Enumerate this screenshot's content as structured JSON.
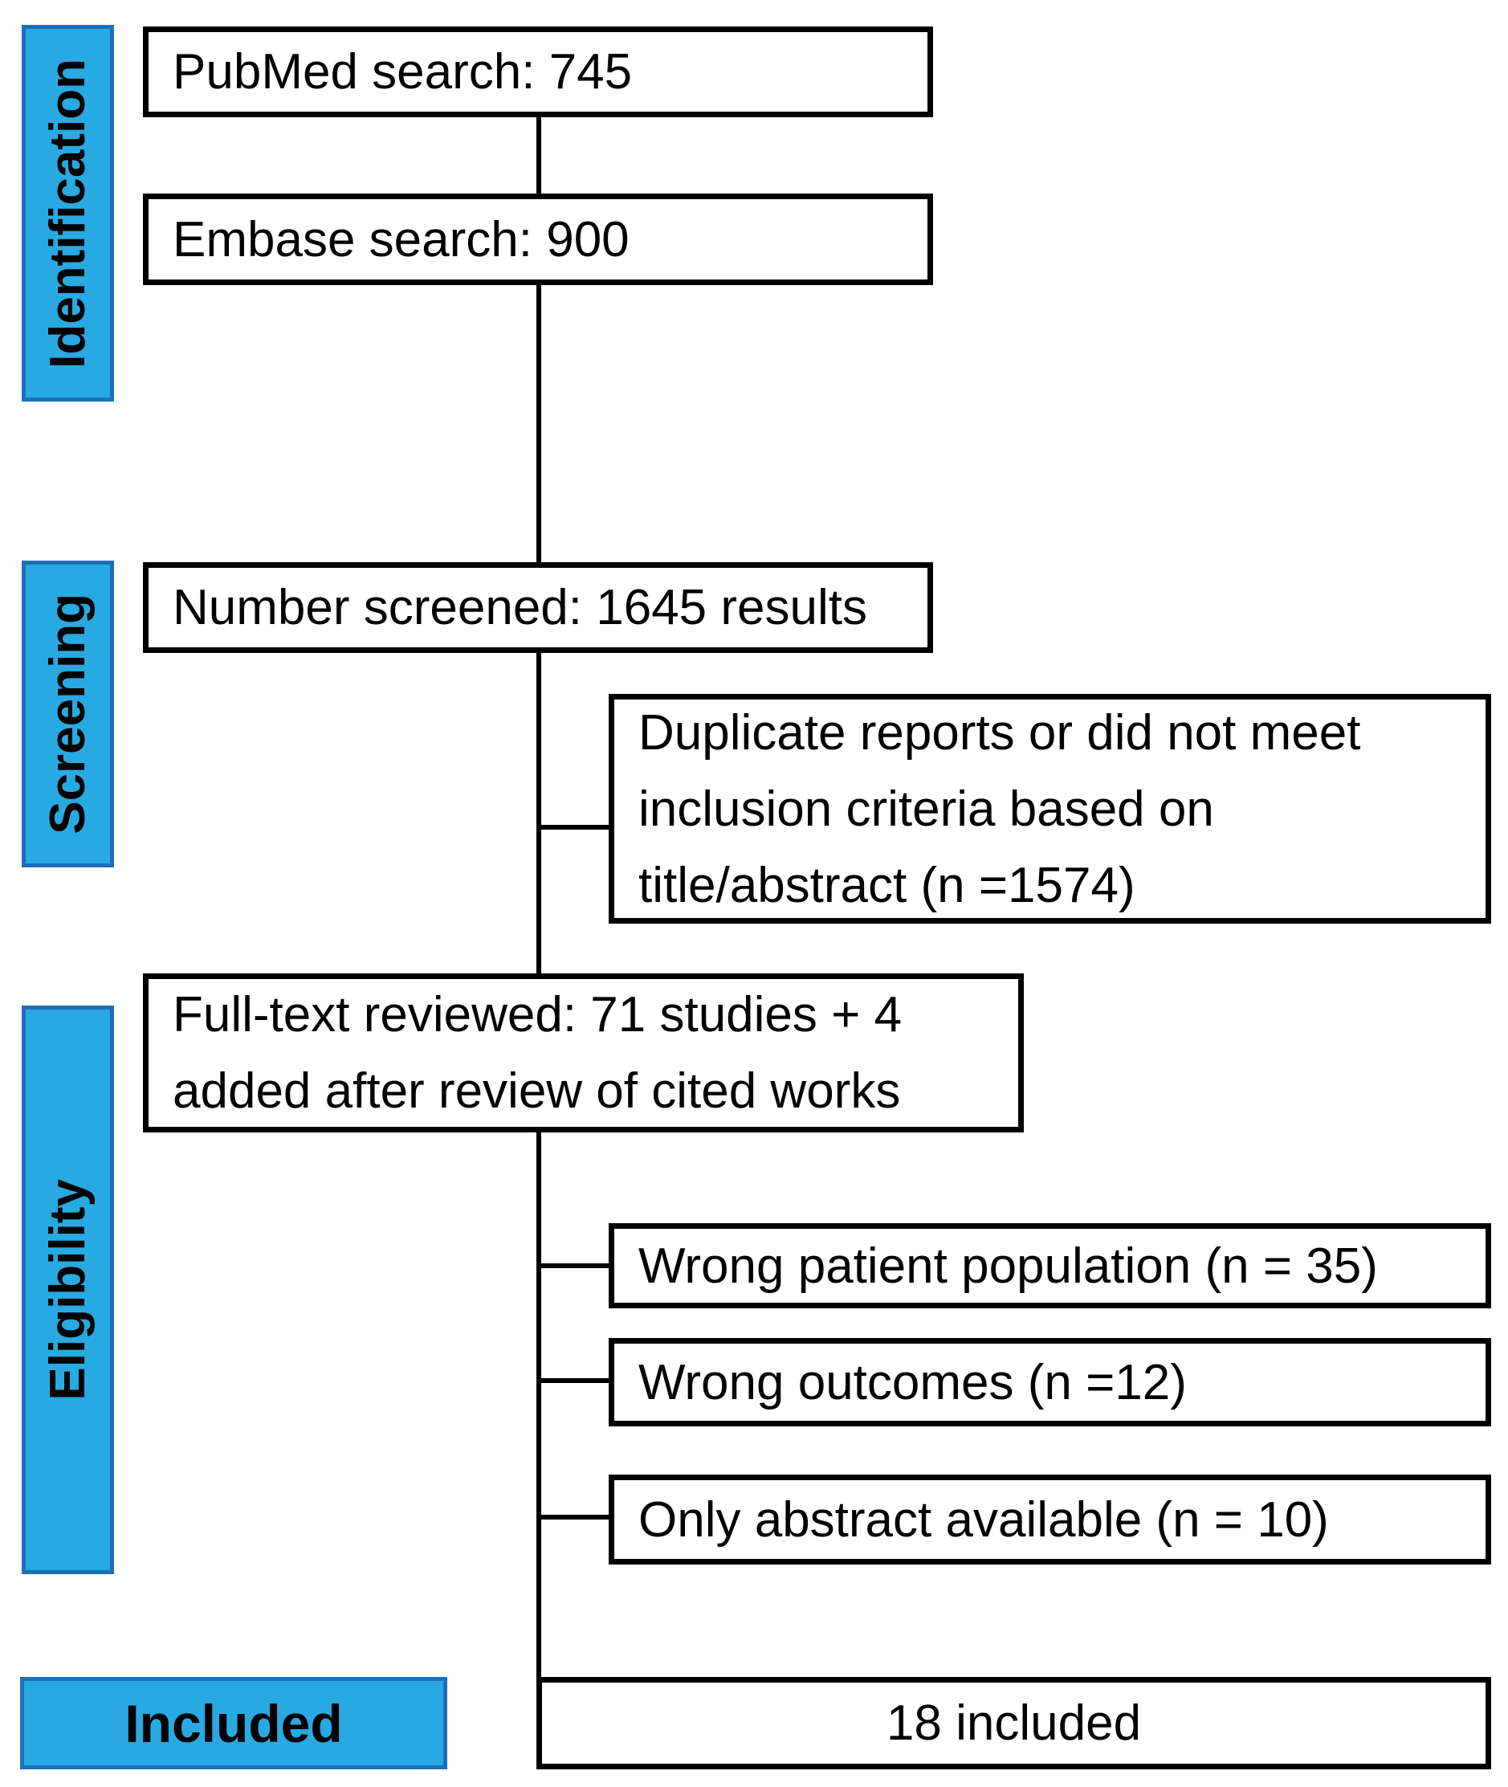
{
  "diagram": {
    "type": "prisma-flow",
    "colors": {
      "stage_fill": "#29A9E1",
      "stage_border": "#1C6FB8",
      "box_border": "#000000",
      "box_fill": "#FFFFFF",
      "text": "#000000"
    },
    "stages": [
      {
        "label": "Identification"
      },
      {
        "label": "Screening"
      },
      {
        "label": "Eligibility"
      },
      {
        "label": "Included"
      }
    ],
    "boxes": {
      "pubmed": {
        "text": "PubMed search: 745"
      },
      "embase": {
        "text": "Embase search: 900"
      },
      "screened": {
        "text": "Number screened: 1645 results"
      },
      "duplicate": {
        "text": "Duplicate reports or did not meet inclusion criteria based on title/abstract (n =1574)"
      },
      "fulltext": {
        "text": "Full-text reviewed: 71 studies + 4 added after review of cited works"
      },
      "wrong_population": {
        "text": "Wrong patient population (n = 35)"
      },
      "wrong_outcomes": {
        "text": "Wrong outcomes (n =12)"
      },
      "abstract_only": {
        "text": "Only abstract available (n = 10)"
      },
      "included": {
        "text": "18 included"
      }
    }
  }
}
